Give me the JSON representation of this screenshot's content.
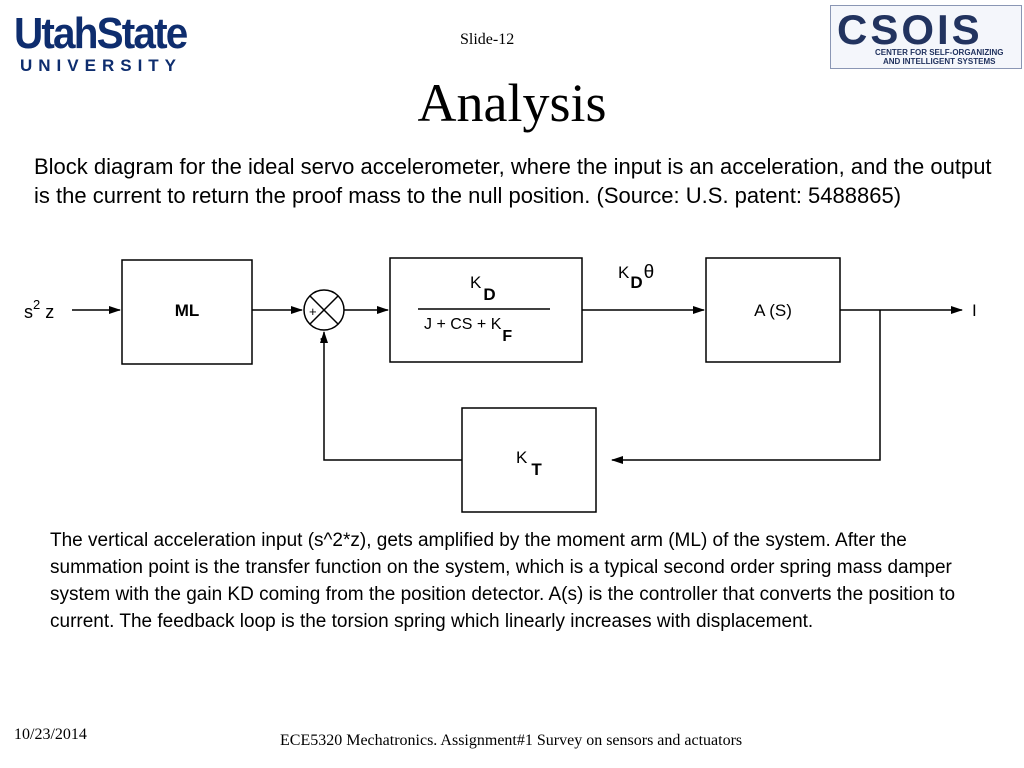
{
  "header": {
    "logo_left": {
      "line1": "UtahState",
      "line2": "UNIVERSITY"
    },
    "slide_number": "Slide-12",
    "logo_right": {
      "word": "CSOIS",
      "sub1": "CENTER FOR SELF-ORGANIZING",
      "sub2": "AND INTELLIGENT SYSTEMS"
    }
  },
  "title": "Analysis",
  "intro": "Block diagram for the ideal servo accelerometer, where the input is an acceleration, and the output is the current to return the proof mass to the null position. (Source: U.S. patent: 5488865)",
  "diagram": {
    "input": {
      "base": "s",
      "sup": "2",
      "rest": " z"
    },
    "ml_block": "ML",
    "summing": {
      "plus": "+",
      "minus": "-"
    },
    "tf_block": {
      "num_k": "K",
      "num_sub": "D",
      "den_main": "J + CS + K",
      "den_sub": "F"
    },
    "mid_signal": {
      "k": "K",
      "sub": "D",
      "theta": "θ"
    },
    "controller_block": "A  (S)",
    "output": "I",
    "feedback_block": {
      "k": "K",
      "sub": "T"
    }
  },
  "description": "The vertical acceleration input (s^2*z), gets  amplified by the moment arm (ML) of the system. After the summation point is the transfer function on the system, which is a typical second order spring mass damper system with the gain KD coming from the position detector. A(s) is  the controller that converts the position to current. The feedback loop is the torsion spring which linearly increases with displacement.",
  "footer": {
    "date": "10/23/2014",
    "course": "ECE5320 Mechatronics. Assignment#1 Survey on sensors and actuators"
  }
}
